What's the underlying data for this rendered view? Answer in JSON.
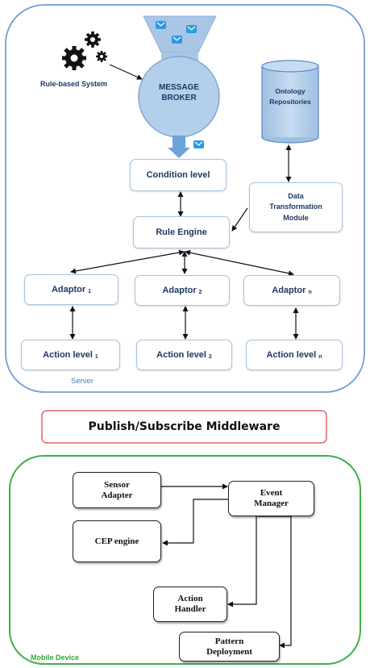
{
  "server": {
    "label": "Server",
    "rule_based_system": "Rule-based System",
    "message_broker": [
      "MESSAGE",
      "BROKER"
    ],
    "ontology": [
      "Ontology",
      "Repositories"
    ],
    "condition_level": "Condition level",
    "data_transformation": [
      "Data",
      "Transformation",
      "Module"
    ],
    "rule_engine": "Rule Engine",
    "adaptors": [
      {
        "label": "Adaptor",
        "sub": "1"
      },
      {
        "label": "Adaptor",
        "sub": "2"
      },
      {
        "label": "Adaptor",
        "sub": "n"
      }
    ],
    "actions": [
      {
        "label": "Action level",
        "sub": "1"
      },
      {
        "label": "Action level",
        "sub": "2"
      },
      {
        "label": "Action level",
        "sub": "n"
      }
    ]
  },
  "middleware": {
    "label": "Publish/Subscribe Middleware"
  },
  "mobile": {
    "label": "Mobile Device",
    "sensor_adapter": [
      "Sensor",
      "Adapter"
    ],
    "event_manager": [
      "Event",
      "Manager"
    ],
    "cep_engine": "CEP engine",
    "action_handler": [
      "Action",
      "Handler"
    ],
    "pattern_deployment": [
      "Pattern",
      "Deployment"
    ]
  },
  "colors": {
    "server_border": "#6f9fd8",
    "middleware_border": "#e06666",
    "mobile_border": "#3cb043",
    "node_fill": "#b4cfea",
    "box_text": "#1f3864",
    "server_label": "#4a78b5",
    "mobile_label": "#2ea83a"
  },
  "icons": [
    "gears-icon",
    "envelope-icon",
    "funnel-icon",
    "down-arrow-icon",
    "database-cylinder-icon"
  ]
}
